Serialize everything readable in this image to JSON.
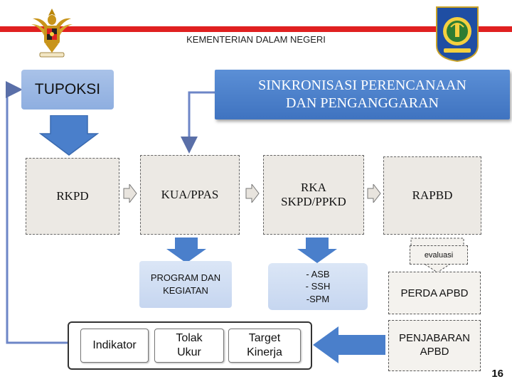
{
  "header": {
    "ministry": "KEMENTERIAN DALAM NEGERI"
  },
  "nodes": {
    "tupoksi": "TUPOKSI",
    "sinkronisasi_line1": "SINKRONISASI PERENCANAAN",
    "sinkronisasi_line2": "DAN PENGANGGARAN",
    "rkpd": "RKPD",
    "kua_ppas": "KUA/PPAS",
    "rka_line1": "RKA",
    "rka_line2": "SKPD/PPKD",
    "rapbd": "RAPBD",
    "program_line1": "PROGRAM DAN",
    "program_line2": "KEGIATAN",
    "asb_line1": "- ASB",
    "asb_line2": "- SSH",
    "asb_line3": "-SPM",
    "evaluasi": "evaluasi",
    "perda": "PERDA APBD",
    "penjabaran_line1": "PENJABARAN",
    "penjabaran_line2": "APBD"
  },
  "indicator_bar": {
    "indikator": "Indikator",
    "tolak_line1": "Tolak",
    "tolak_line2": "Ukur",
    "target_line1": "Target",
    "target_line2": "Kinerja"
  },
  "page_number": "16",
  "colors": {
    "red_stripe": "#e02020",
    "blue_box": "#4a7fcb",
    "arrow_blue": "#4a7fcb",
    "doc_fill": "#ece9e4"
  }
}
